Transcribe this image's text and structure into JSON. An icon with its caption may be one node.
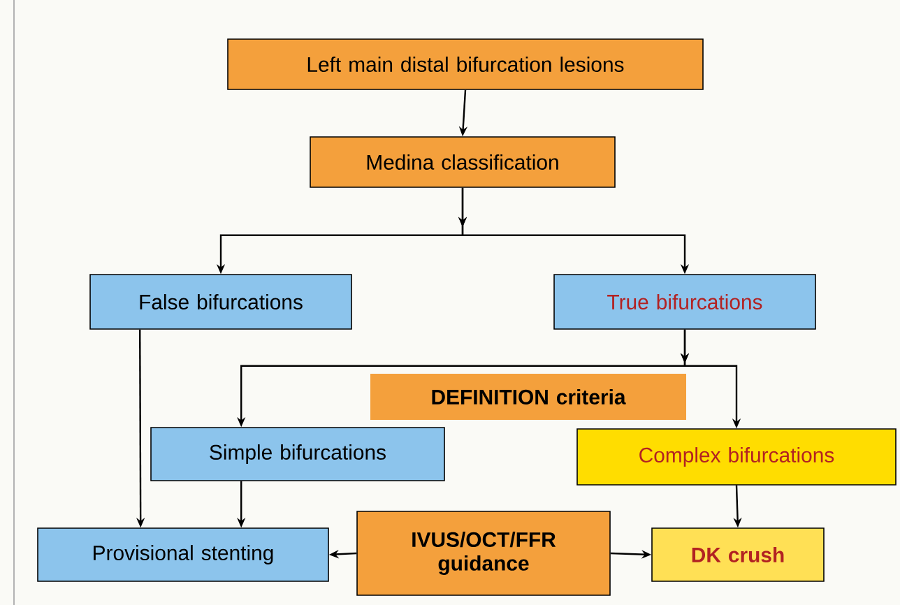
{
  "diagram": {
    "nodes": [
      {
        "text": [
          "Left main distal bifurcation lesions"
        ]
      },
      {
        "text": [
          "Medina classification"
        ]
      },
      {
        "text": [
          "False bifurcations"
        ]
      },
      {
        "text": [
          "True bifurcations"
        ]
      },
      {
        "text": [
          "DEFINITION criteria"
        ]
      },
      {
        "text": [
          "Simple bifurcations"
        ]
      },
      {
        "text": [
          "Complex bifurcations"
        ]
      },
      {
        "text": [
          "Provisional stenting"
        ]
      },
      {
        "text": [
          "IVUS/OCT/FFR guidance"
        ]
      },
      {
        "text": [
          "DK crush"
        ]
      }
    ],
    "edges": [
      {
        "from": 0,
        "to": 1,
        "arrow": "to"
      },
      {
        "from": 1,
        "to": 2,
        "arrow": "to"
      },
      {
        "from": 1,
        "to": 3,
        "arrow": "to"
      },
      {
        "from": 3,
        "to": 5,
        "arrow": "to"
      },
      {
        "from": 3,
        "to": 6,
        "arrow": "to"
      },
      {
        "from": 2,
        "to": 7,
        "arrow": "to"
      },
      {
        "from": 5,
        "to": 7,
        "arrow": "to"
      },
      {
        "from": 6,
        "to": 9,
        "arrow": "to"
      },
      {
        "from": 8,
        "to": 7,
        "arrow": "to"
      },
      {
        "from": 8,
        "to": 9,
        "arrow": "to"
      }
    ]
  }
}
